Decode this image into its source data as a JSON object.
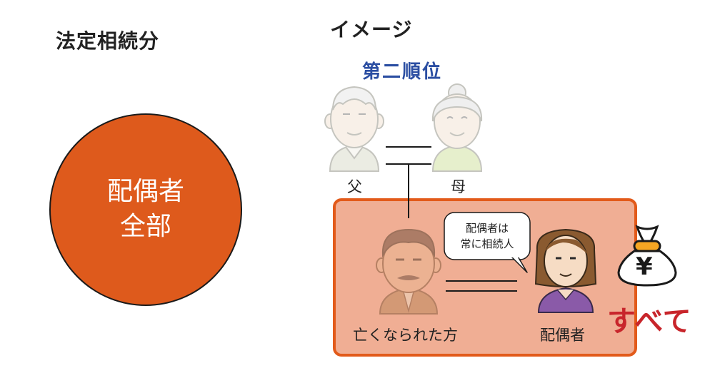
{
  "left": {
    "title": "法定相続分",
    "circle_line1": "配偶者",
    "circle_line2": "全部"
  },
  "right": {
    "title": "イメージ",
    "rank": "第二順位",
    "father": "父",
    "mother": "母",
    "deceased": "亡くなられた方",
    "spouse": "配偶者",
    "bubble_line1": "配偶者は",
    "bubble_line2": "常に相続人",
    "money_symbol": "¥",
    "all": "すべて"
  },
  "colors": {
    "circle": "#de5a1c",
    "box_fill": "#f0ae94",
    "box_border": "#e25a1a",
    "rank_blue": "#2b4ea2",
    "all_red": "#c8252b"
  }
}
